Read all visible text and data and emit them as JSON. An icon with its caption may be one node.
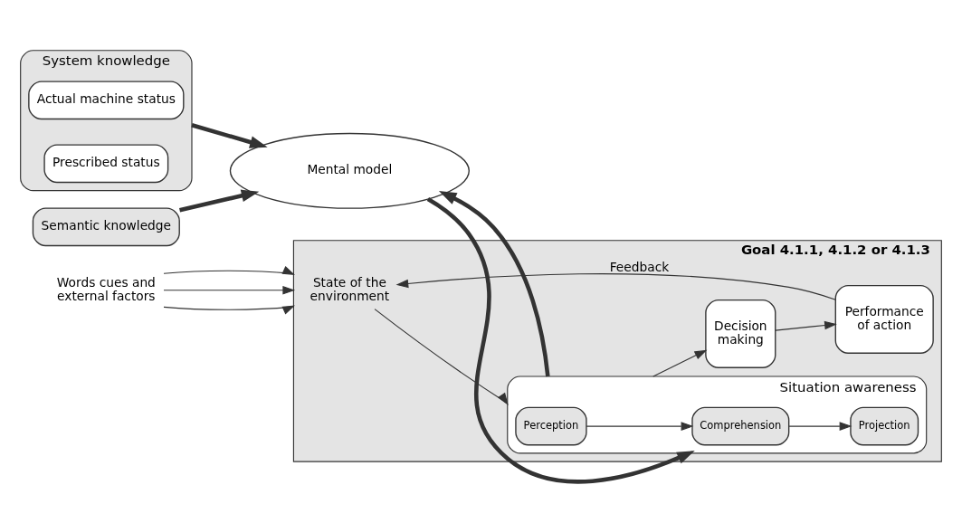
{
  "diagram": {
    "nodes": [
      {
        "text": [
          "Semantic knowledge"
        ]
      },
      {
        "text": [
          "System knowledge"
        ]
      },
      {
        "text": [
          "Actual machine status"
        ],
        "in": 1
      },
      {
        "text": [
          "Prescribed status"
        ],
        "in": 1
      },
      {
        "text": [
          "Mental model"
        ]
      },
      {
        "text": [
          "Goal 4.1.1, 4.1.2 or 4.1.3"
        ]
      },
      {
        "text": [
          "Words cues and external factors"
        ]
      },
      {
        "text": [
          "State of the environment"
        ],
        "in": 5
      },
      {
        "text": [
          "Situation awareness"
        ],
        "in": 5
      },
      {
        "text": [
          "Perception"
        ],
        "in": 8
      },
      {
        "text": [
          "Comprehension"
        ],
        "in": 8
      },
      {
        "text": [
          "Projection"
        ],
        "in": 8
      },
      {
        "text": [
          "Decision making"
        ],
        "in": 5
      },
      {
        "text": [
          "Performance of action"
        ],
        "in": 5
      }
    ],
    "edges": [
      {
        "from": 0,
        "to": 4,
        "arrow": "to",
        "style": "thick"
      },
      {
        "from": 1,
        "to": 4,
        "arrow": "to",
        "style": "thick"
      },
      {
        "from": 8,
        "to": 4,
        "arrow": "to",
        "style": "thick"
      },
      {
        "from": 4,
        "to": 8,
        "arrow": "to",
        "style": "thick"
      },
      {
        "from": 6,
        "to": 5,
        "arrow": "to"
      },
      {
        "from": 6,
        "to": 5,
        "arrow": "to"
      },
      {
        "from": 6,
        "to": 5,
        "arrow": "to"
      },
      {
        "from": 7,
        "to": 8,
        "arrow": "to"
      },
      {
        "from": 9,
        "to": 10,
        "arrow": "to"
      },
      {
        "from": 10,
        "to": 11,
        "arrow": "to"
      },
      {
        "from": 8,
        "to": 12,
        "arrow": "to"
      },
      {
        "from": 12,
        "to": 13,
        "arrow": "to"
      },
      {
        "from": 13,
        "to": 7,
        "label": "Feedback",
        "arrow": "to"
      }
    ]
  }
}
